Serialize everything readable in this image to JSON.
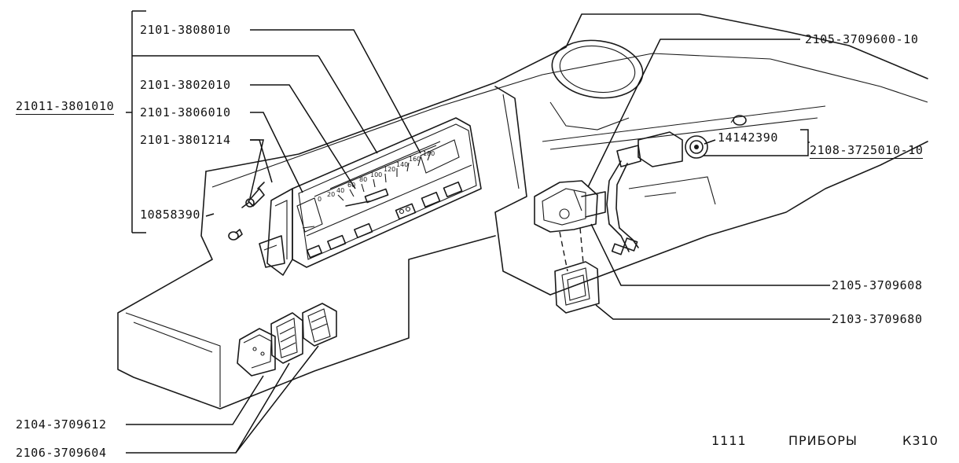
{
  "parts": {
    "p2101_3808010": "2101-3808010",
    "p2101_3802010": "2101-3802010",
    "p21011_3801010": "21011-3801010",
    "p2101_3806010": "2101-3806010",
    "p2101_3801214": "2101-3801214",
    "p10858390": "10858390",
    "p2105_3709600_10": "2105-3709600-10",
    "p14142390": "14142390",
    "p2108_3725010_10": "2108-3725010-10",
    "p2105_3709608": "2105-3709608",
    "p2103_3709680": "2103-3709680",
    "p2104_3709612": "2104-3709612",
    "p2106_3709604": "2106-3709604"
  },
  "footer": {
    "model": "1111",
    "title": "ПРИБОРЫ",
    "code": "К310"
  },
  "speedo_scale": [
    "0",
    "20",
    "40",
    "60",
    "80",
    "100",
    "120",
    "140",
    "160",
    "180"
  ]
}
